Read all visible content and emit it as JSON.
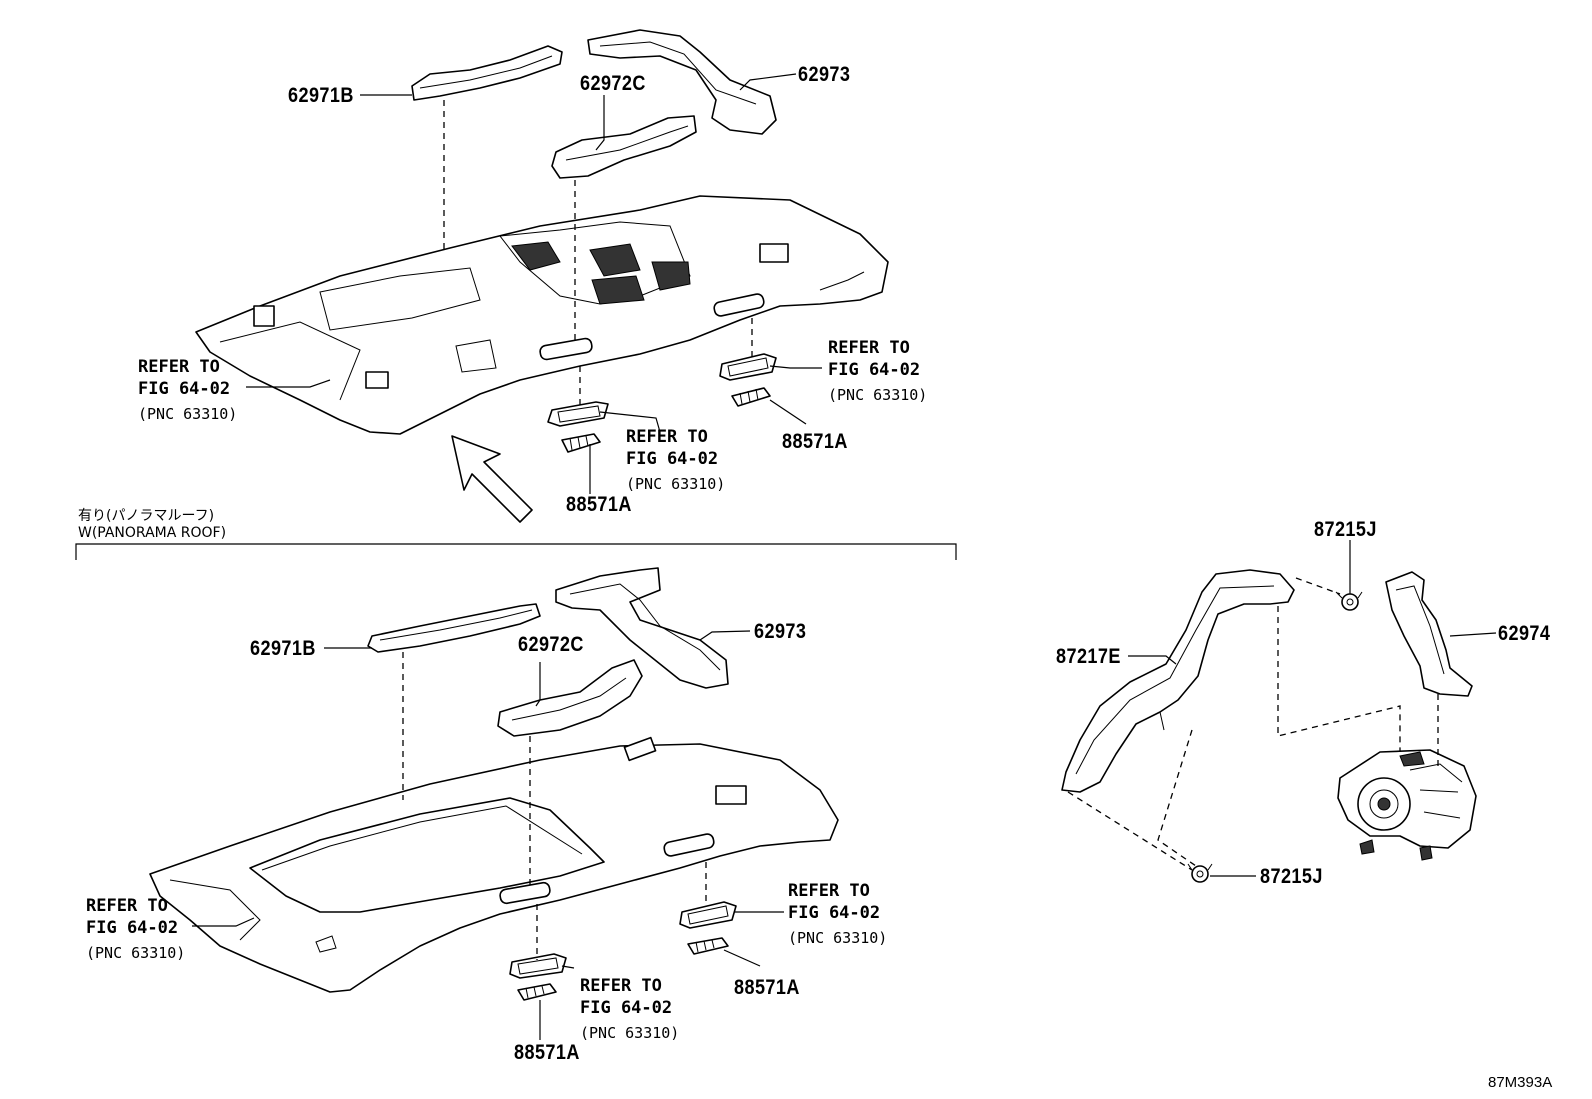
{
  "section": {
    "jp_label": "有り(パノラマルーフ)",
    "en_label": "W(PANORAMA ROOF)"
  },
  "upper": {
    "labels": {
      "p62971b": "62971B",
      "p62972c": "62972C",
      "p62973": "62973",
      "p88571a_center": "88571A",
      "p88571a_right": "88571A"
    },
    "refs": [
      {
        "line1": "REFER TO",
        "line2": "FIG 64-02",
        "pnc": "(PNC 63310)"
      },
      {
        "line1": "REFER TO",
        "line2": "FIG 64-02",
        "pnc": "(PNC 63310)"
      },
      {
        "line1": "REFER TO",
        "line2": "FIG 64-02",
        "pnc": "(PNC 63310)"
      }
    ]
  },
  "lower": {
    "labels": {
      "p62971b": "62971B",
      "p62972c": "62972C",
      "p62973": "62973",
      "p88571a_center": "88571A",
      "p88571a_right": "88571A"
    },
    "refs": [
      {
        "line1": "REFER TO",
        "line2": "FIG 64-02",
        "pnc": "(PNC 63310)"
      },
      {
        "line1": "REFER TO",
        "line2": "FIG 64-02",
        "pnc": "(PNC 63310)"
      },
      {
        "line1": "REFER TO",
        "line2": "FIG 64-02",
        "pnc": "(PNC 63310)"
      }
    ]
  },
  "side": {
    "labels": {
      "p87215j_top": "87215J",
      "p87217e": "87217E",
      "p62974": "62974",
      "p87215j_bottom": "87215J"
    }
  },
  "document_id": "87M393A"
}
